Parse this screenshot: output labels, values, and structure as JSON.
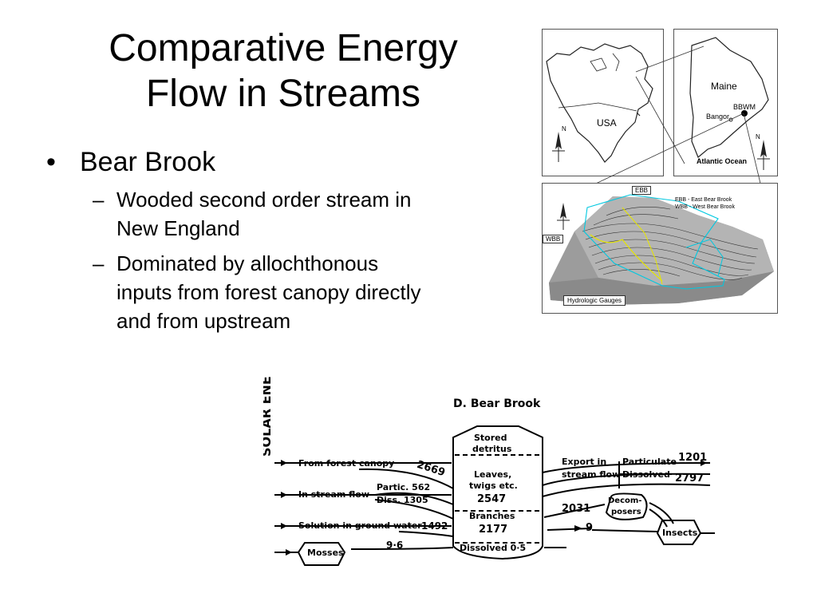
{
  "slide": {
    "title_line1": "Comparative Energy",
    "title_line2": "Flow in Streams",
    "bullet1": "Bear Brook",
    "bullet_marker": "•",
    "sub_marker": "–",
    "sub1_line1": "Wooded second order stream in",
    "sub1_line2": "New England",
    "sub2_line1": "Dominated by allochthonous",
    "sub2_line2": "inputs from forest canopy directly",
    "sub2_line3": "and from upstream"
  },
  "maps": {
    "na_label": "USA",
    "maine_label": "Maine",
    "bbwm_label": "BBWM",
    "bangor_label": "Bangor",
    "ocean_label": "Atlantic Ocean",
    "north_label": "N",
    "ebb_tag": "EBB",
    "wbb_tag": "WBB",
    "legend_line1": "EBB  - East Bear Brook",
    "legend_line2": "WBB  - West Bear Brook",
    "gauges_label": "Hydrologic Gauges"
  },
  "diagram": {
    "side_label": "SOLAR ENE",
    "heading": "D.  Bear Brook",
    "in_forest": "From forest canopy",
    "v_forest": "2669",
    "in_stream": "In stream flow",
    "partic_in": "Partic. 562",
    "diss_in": "Diss. 1305",
    "in_ground": "Solution in ground water",
    "v_ground": "1492",
    "mosses": "Mosses",
    "v_mosses": "9·6",
    "stored1": "Stored",
    "stored2": "detritus",
    "leaves1": "Leaves,",
    "leaves2": "twigs etc.",
    "v_leaves": "2547",
    "branches": "Branches",
    "v_branches": "2177",
    "dissolved": "Dissolved 0·5",
    "export1": "Export in",
    "export2": "stream flow",
    "particulate": "Particulate",
    "dissolved_out": "Dissolved",
    "v_particulate": "1201",
    "v_dissolved": "2797",
    "v_decomp": "2031",
    "decomp1": "Decom-",
    "decomp2": "posers",
    "v_insects": "9",
    "insects": "Insects"
  }
}
